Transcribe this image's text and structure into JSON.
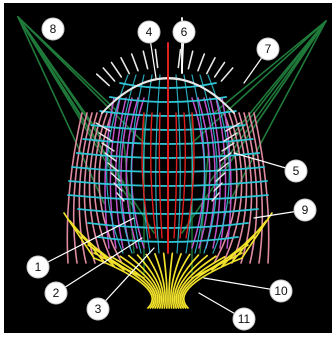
{
  "colors": {
    "background": "#000000",
    "outer_lines": "#1f7a3a",
    "cage_cyan": "#2fc6d8",
    "cage_white": "#e8e8e8",
    "pink": "#e08aa0",
    "magenta": "#c052c8",
    "red": "#e02020",
    "yellow": "#f2e22a",
    "label_circle": "#ffffff"
  },
  "callouts": [
    {
      "label": "1"
    },
    {
      "label": "2"
    },
    {
      "label": "3"
    },
    {
      "label": "4"
    },
    {
      "label": "5"
    },
    {
      "label": "6"
    },
    {
      "label": "7"
    },
    {
      "label": "8"
    },
    {
      "label": "9"
    },
    {
      "label": "10"
    },
    {
      "label": "11"
    }
  ]
}
